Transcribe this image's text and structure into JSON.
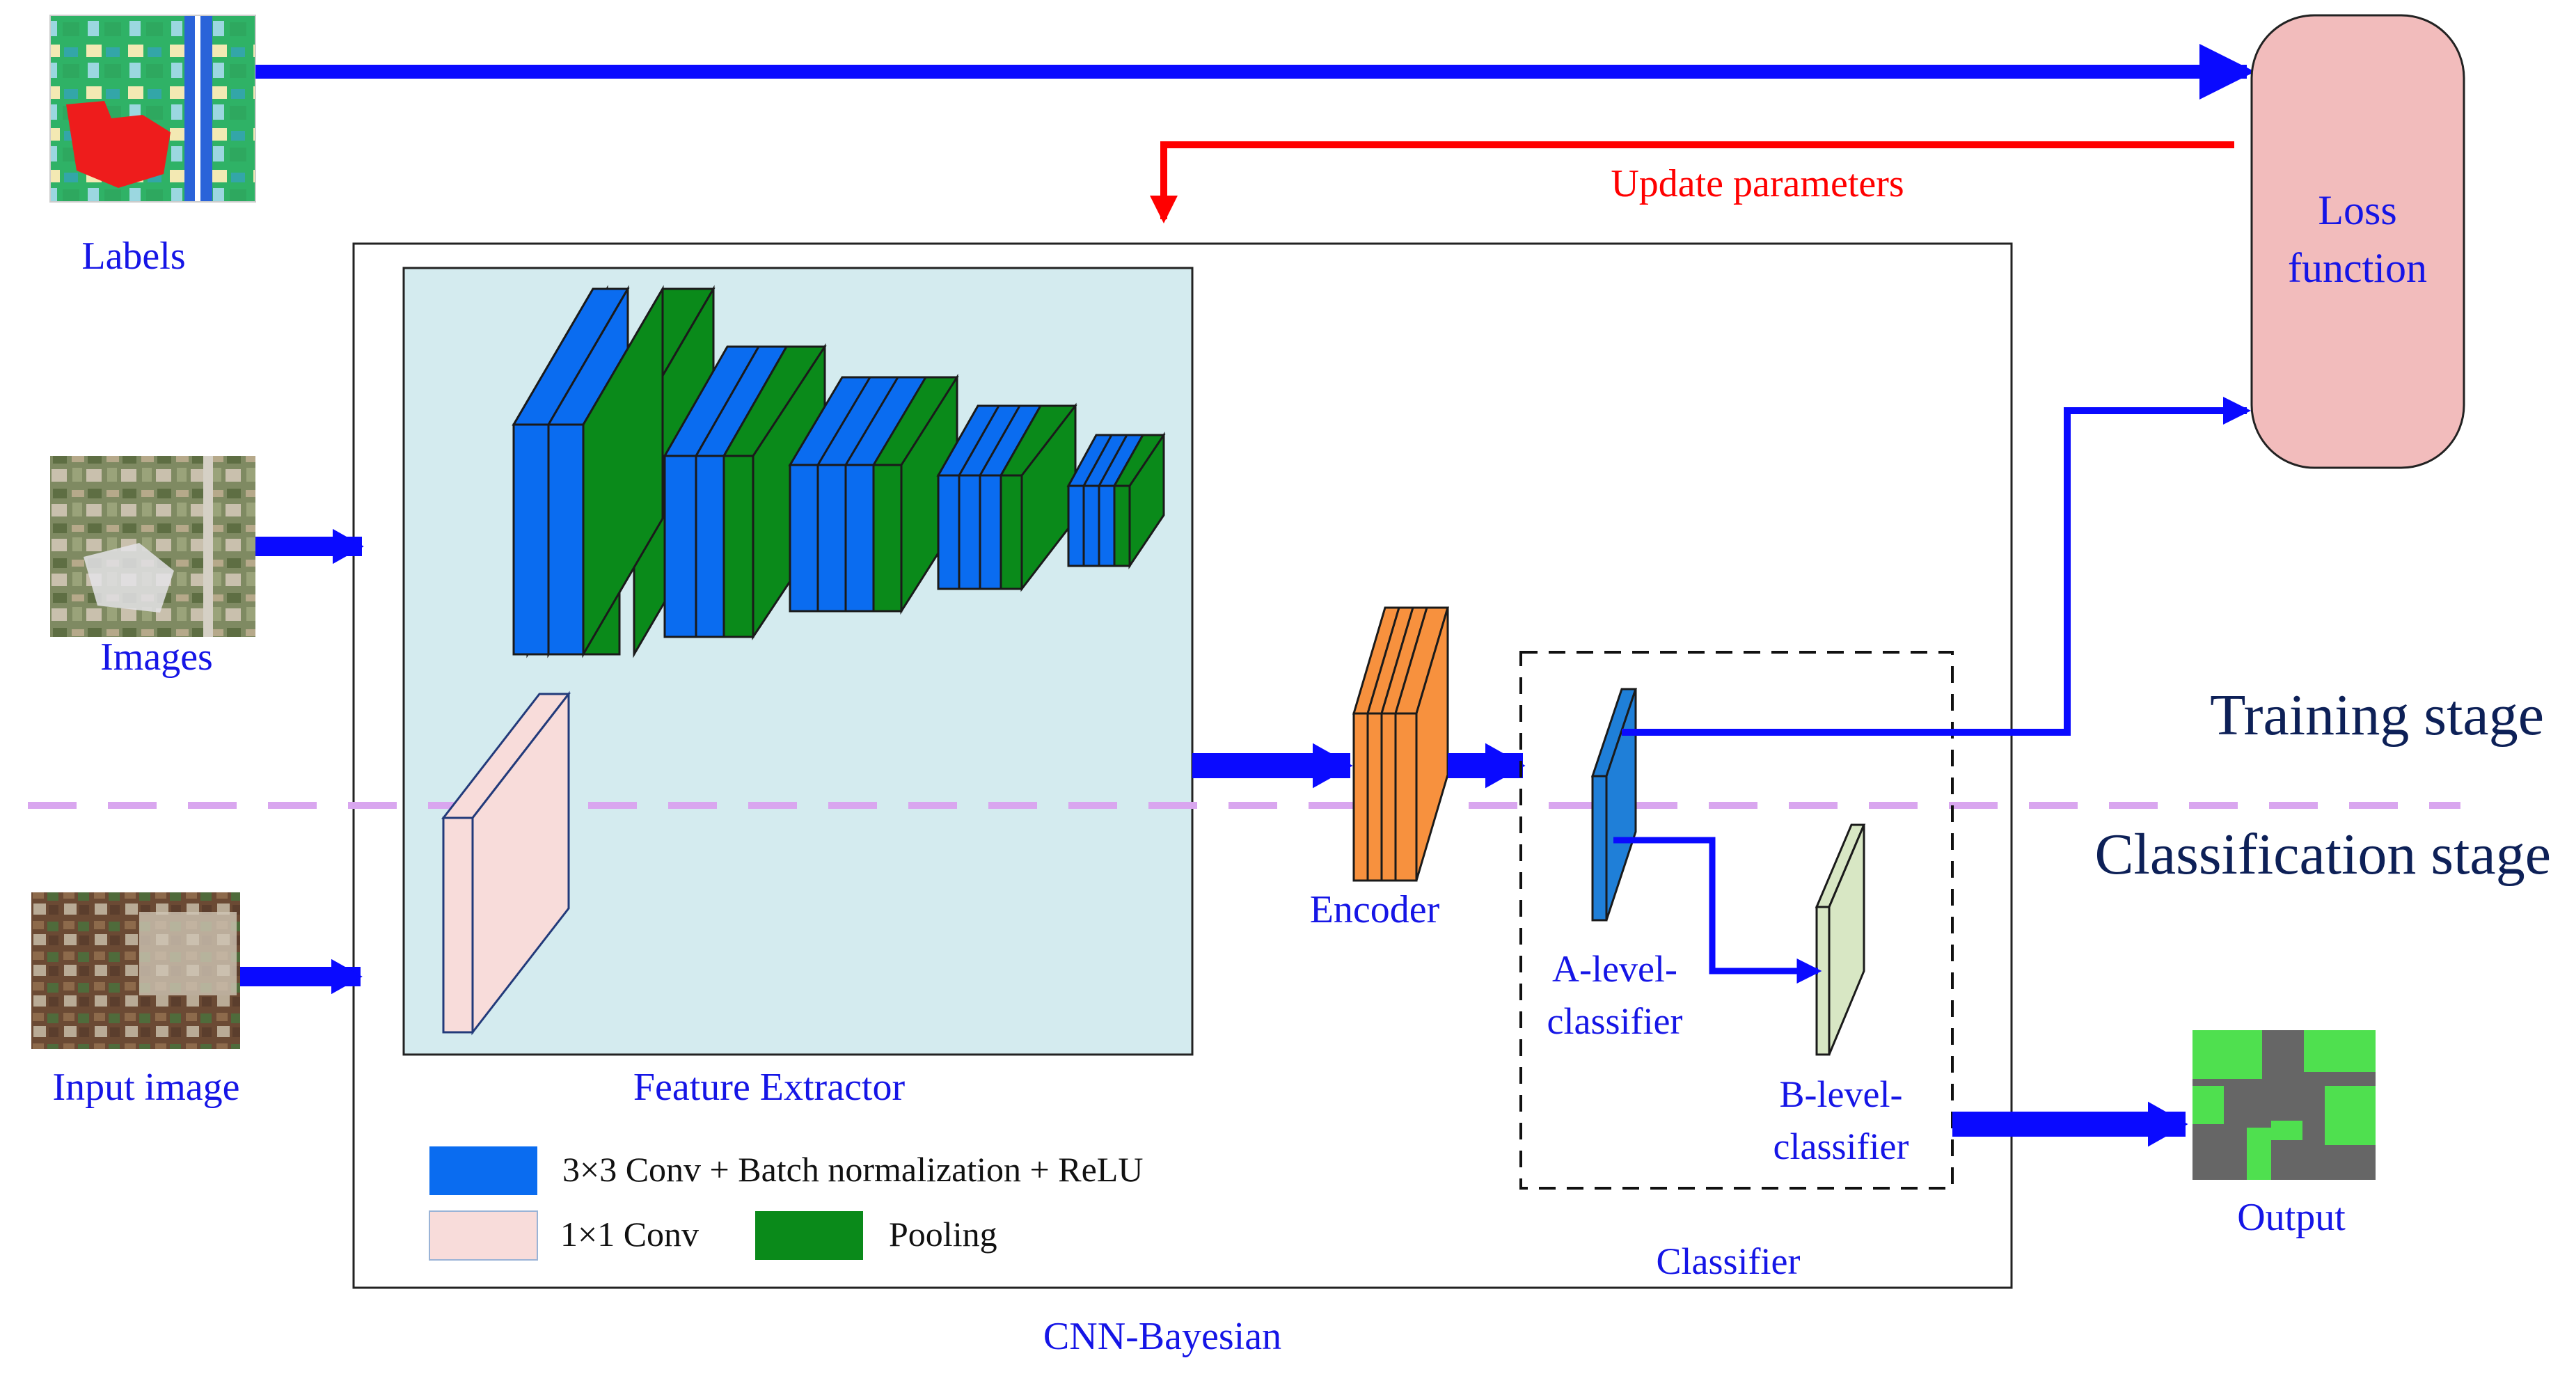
{
  "labels": {
    "labels": "Labels",
    "images": "Images",
    "input_image": "Input image",
    "update_parameters": "Update parameters",
    "loss_function_line1": "Loss",
    "loss_function_line2": "function",
    "training_stage": "Training stage",
    "classification_stage": "Classification stage",
    "encoder": "Encoder",
    "a_level_line1": "A-level-",
    "a_level_line2": "classifier",
    "b_level_line1": "B-level-",
    "b_level_line2": "classifier",
    "classifier": "Classifier",
    "feature_extractor": "Feature Extractor",
    "cnn_bayesian": "CNN-Bayesian",
    "output": "Output"
  },
  "legend": {
    "conv3": "3×3 Conv + Batch normalization + ReLU",
    "conv1": "1×1 Conv",
    "pooling": "Pooling"
  },
  "colors": {
    "arrow_blue": "#0a0aff",
    "arrow_red": "#ff0000",
    "text_blue": "#1515e6",
    "text_dark": "#0d2057",
    "conv_blue": "#0a6cf0",
    "pool_green": "#0a8a1a",
    "conv1_pink": "#f8dcda",
    "encoder_orange": "#f7913e",
    "a_classifier_blue": "#1f7fd8",
    "b_classifier_green": "#d8e7c4",
    "loss_pink": "#f2bcbc",
    "feature_bg": "#d4ebef",
    "stage_dash": "#d9a6ef"
  }
}
